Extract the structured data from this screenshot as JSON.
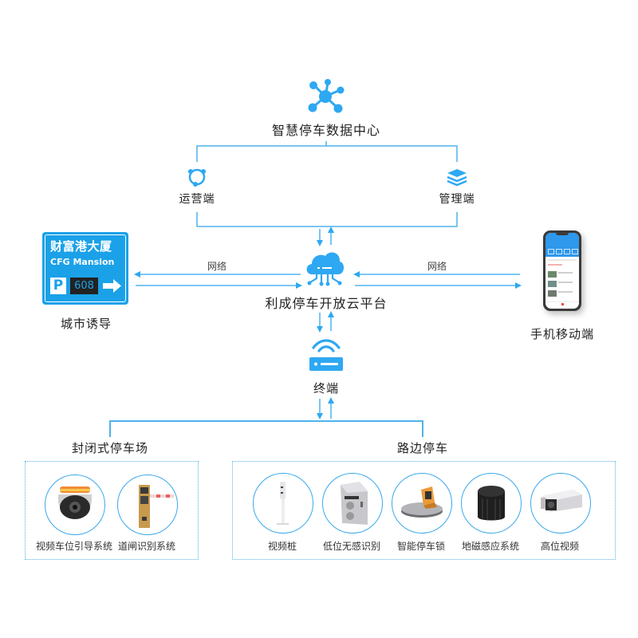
{
  "colors": {
    "accent": "#2ea8f2",
    "line": "#4fb3ea",
    "sign_bg": "#1ba1e8",
    "text": "#222222"
  },
  "data_center": {
    "label": "智慧停车数据中心",
    "icon": "network-hub-icon"
  },
  "ops_client": {
    "label": "运营端",
    "icon": "cycle-icon"
  },
  "mgmt_client": {
    "label": "管理端",
    "icon": "layers-icon"
  },
  "cloud_platform": {
    "label": "利成停车开放云平台",
    "icon": "cloud-circuit-icon"
  },
  "network_left": {
    "label": "网络"
  },
  "network_right": {
    "label": "网络"
  },
  "city_guidance": {
    "label": "城市诱导",
    "sign": {
      "title_cn": "财富港大厦",
      "title_en": "CFG Mansion",
      "parking_letter": "P",
      "spaces": "608",
      "arrow": "right-arrow-icon"
    }
  },
  "mobile": {
    "label": "手机移动端",
    "icon": "smartphone-icon"
  },
  "terminal": {
    "label": "终端",
    "icon": "wireless-router-icon"
  },
  "closed_parking": {
    "title": "封闭式停车场",
    "devices": [
      {
        "label": "视频车位引导系统",
        "icon": "dome-camera-icon"
      },
      {
        "label": "道闸识别系统",
        "icon": "barrier-gate-icon"
      }
    ]
  },
  "roadside_parking": {
    "title": "路边停车",
    "devices": [
      {
        "label": "视频桩",
        "icon": "video-pole-icon"
      },
      {
        "label": "低位无感识别",
        "icon": "low-camera-icon"
      },
      {
        "label": "智能停车锁",
        "icon": "parking-lock-icon"
      },
      {
        "label": "地磁感应系统",
        "icon": "geomagnetic-sensor-icon"
      },
      {
        "label": "高位视频",
        "icon": "high-camera-icon"
      }
    ]
  }
}
